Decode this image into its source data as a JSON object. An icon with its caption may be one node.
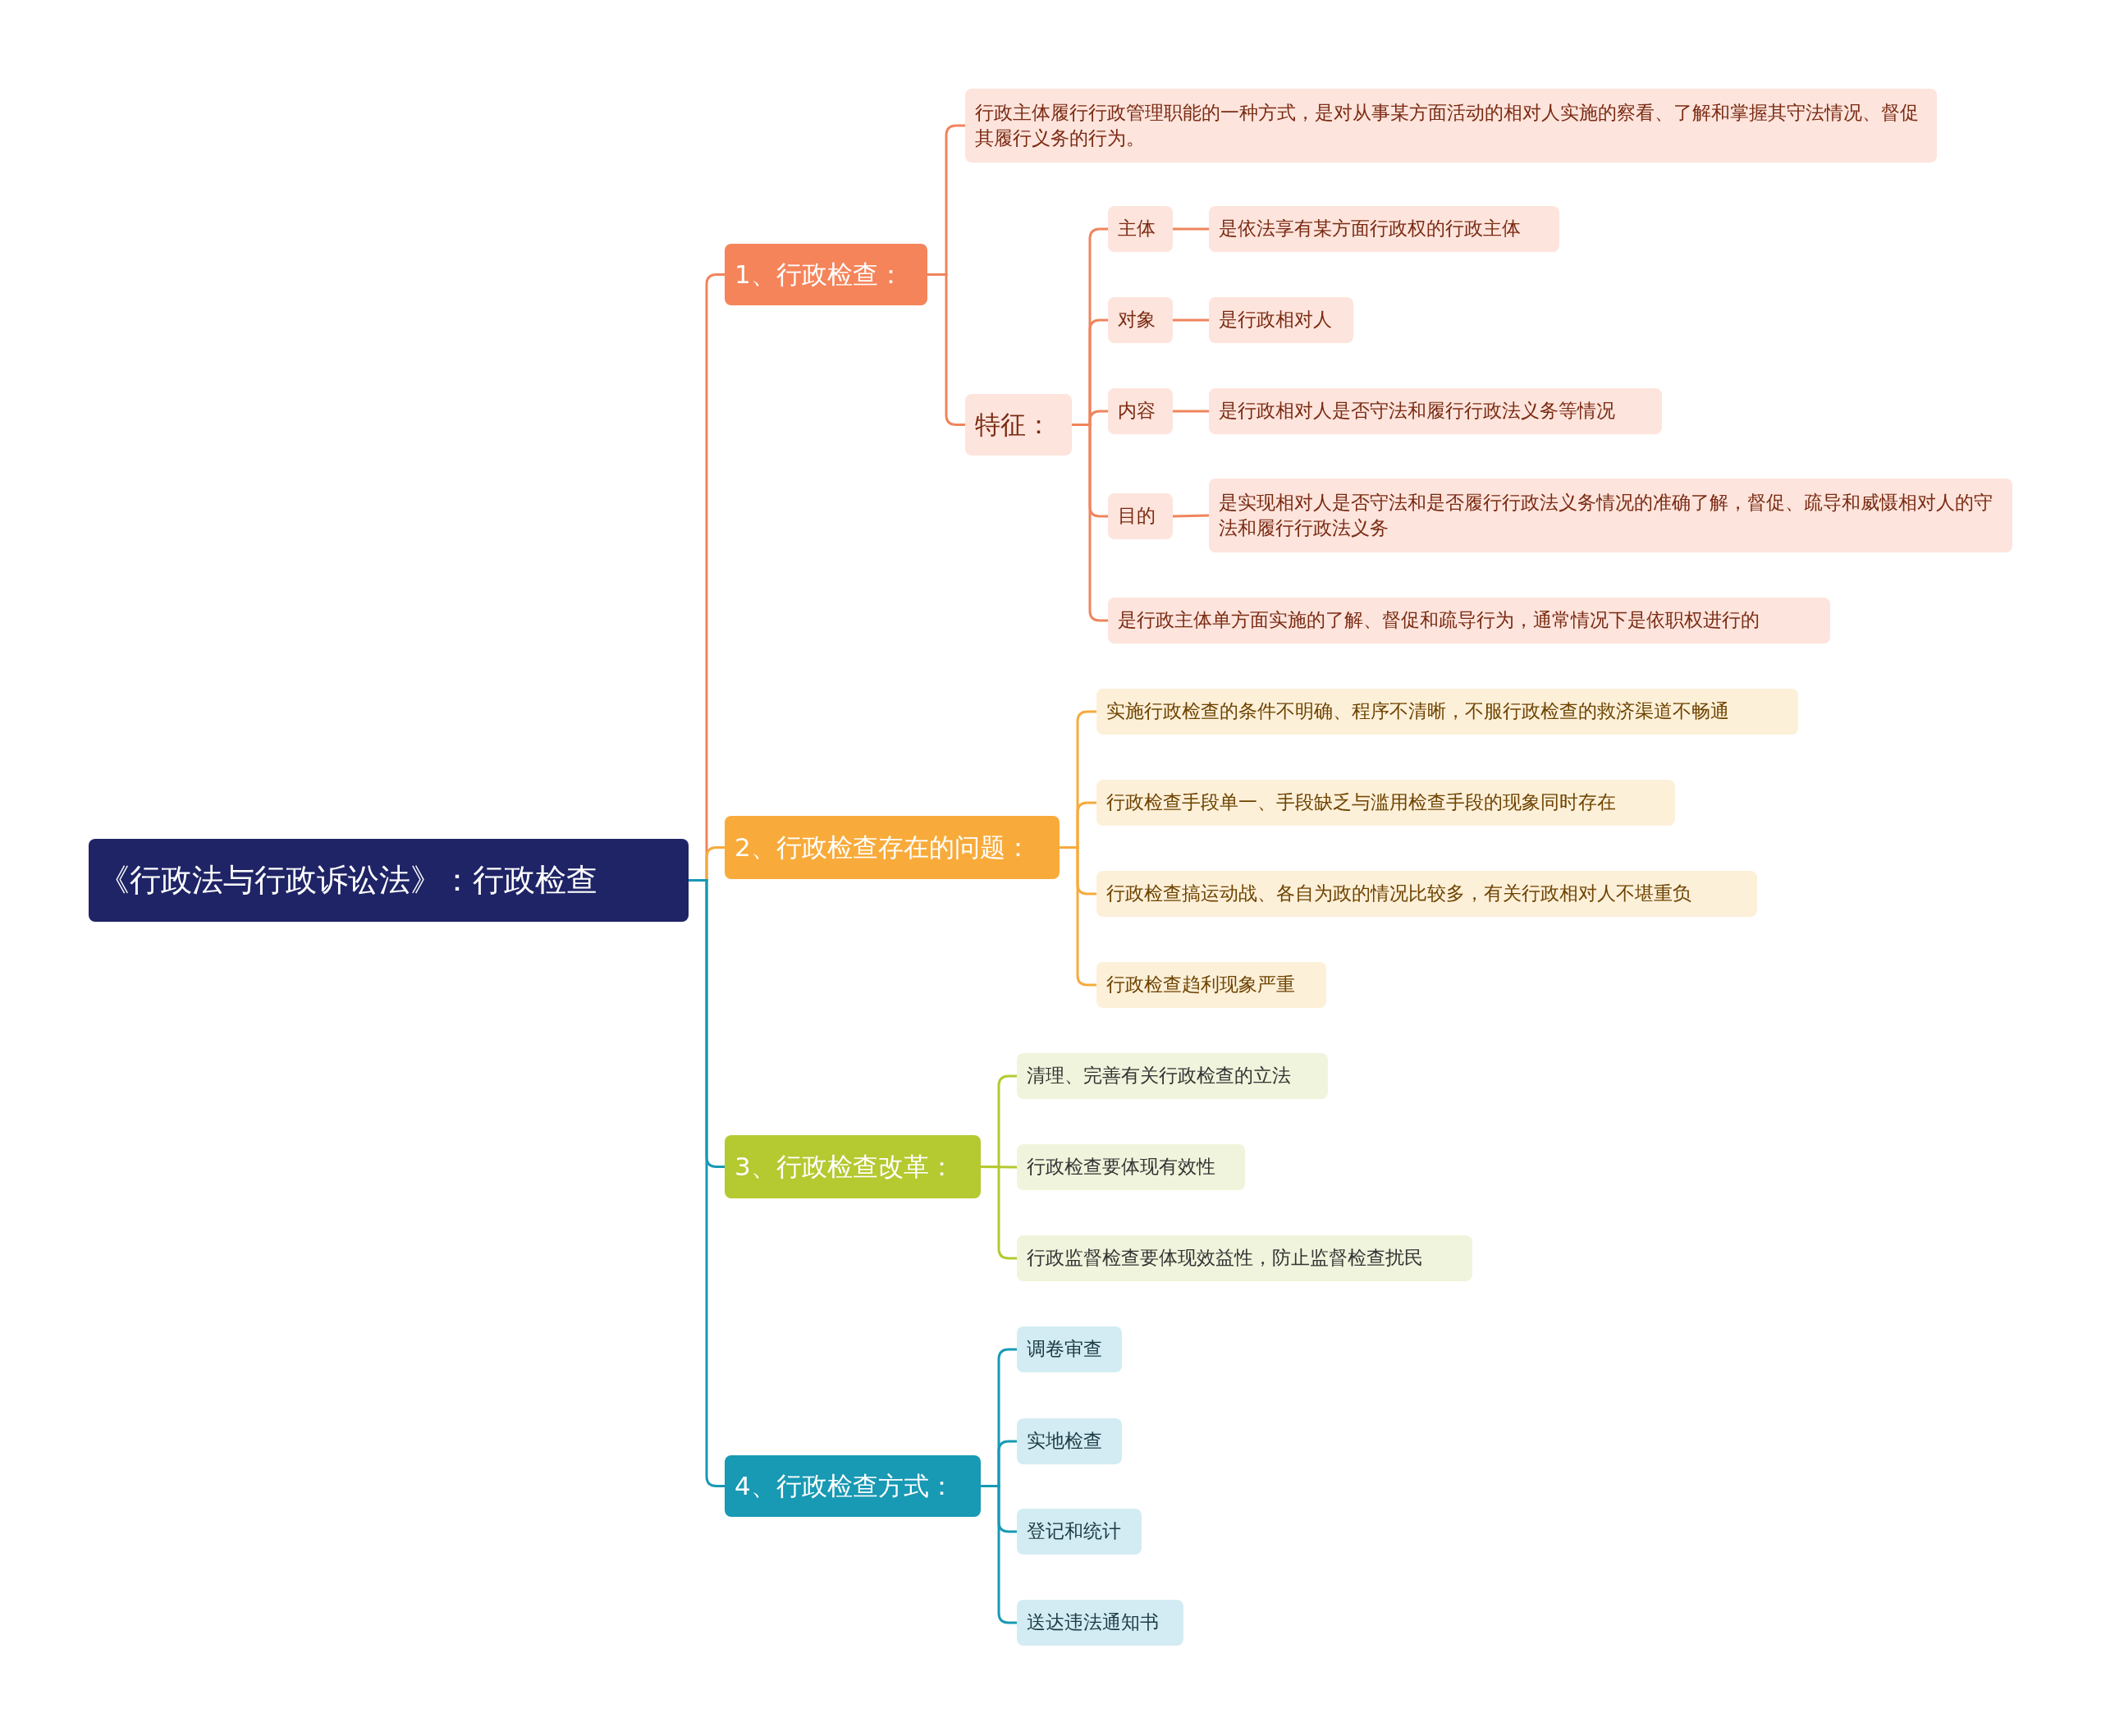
{
  "diagram": {
    "nodes": [
      {
        "text": [
          "《行政法与行政诉讼法》：行政检查"
        ]
      },
      {
        "text": [
          "1、行政检查："
        ]
      },
      {
        "text": [
          "行政主体履行行政管理职能的一种方式，是对从事某方面活动的相对人实施的察看、了解和掌握其守法情况、督促其履行义务的行为。"
        ]
      },
      {
        "text": [
          "特征："
        ]
      },
      {
        "text": [
          "主体"
        ]
      },
      {
        "text": [
          "是依法享有某方面行政权的行政主体"
        ]
      },
      {
        "text": [
          "对象"
        ]
      },
      {
        "text": [
          "是行政相对人"
        ]
      },
      {
        "text": [
          "内容"
        ]
      },
      {
        "text": [
          "是行政相对人是否守法和履行行政法义务等情况"
        ]
      },
      {
        "text": [
          "目的"
        ]
      },
      {
        "text": [
          "是实现相对人是否守法和是否履行行政法义务情况的准确了解，督促、疏导和威慑相对人的守法和履行行政法义务"
        ]
      },
      {
        "text": [
          "是行政主体单方面实施的了解、督促和疏导行为，通常情况下是依职权进行的"
        ]
      },
      {
        "text": [
          "2、行政检查存在的问题："
        ]
      },
      {
        "text": [
          "实施行政检查的条件不明确、程序不清晰，不服行政检查的救济渠道不畅通"
        ]
      },
      {
        "text": [
          "行政检查手段单一、手段缺乏与滥用检查手段的现象同时存在"
        ]
      },
      {
        "text": [
          "行政检查搞运动战、各自为政的情况比较多，有关行政相对人不堪重负"
        ]
      },
      {
        "text": [
          "行政检查趋利现象严重"
        ]
      },
      {
        "text": [
          "3、行政检查改革："
        ]
      },
      {
        "text": [
          "清理、完善有关行政检查的立法"
        ]
      },
      {
        "text": [
          "行政检查要体现有效性"
        ]
      },
      {
        "text": [
          "行政监督检查要体现效益性，防止监督检查扰民"
        ]
      },
      {
        "text": [
          "4、行政检查方式："
        ]
      },
      {
        "text": [
          "调卷审查"
        ]
      },
      {
        "text": [
          "实地检查"
        ]
      },
      {
        "text": [
          "登记和统计"
        ]
      },
      {
        "text": [
          "送达违法通知书"
        ]
      }
    ],
    "edges": [
      {
        "from": 0,
        "to": 1,
        "arrow": "none"
      },
      {
        "from": 0,
        "to": 13,
        "arrow": "none",
        "color": "#f5ab3c"
      },
      {
        "from": 0,
        "to": 18,
        "arrow": "none",
        "color": "#1899b4"
      },
      {
        "from": 0,
        "to": 22,
        "arrow": "none",
        "color": "#1899b4"
      },
      {
        "from": 1,
        "to": 2,
        "arrow": "none"
      },
      {
        "from": 1,
        "to": 3,
        "arrow": "none"
      },
      {
        "from": 3,
        "to": 4,
        "arrow": "none"
      },
      {
        "from": 3,
        "to": 6,
        "arrow": "none"
      },
      {
        "from": 3,
        "to": 8,
        "arrow": "none"
      },
      {
        "from": 3,
        "to": 10,
        "arrow": "none"
      },
      {
        "from": 3,
        "to": 12,
        "arrow": "none"
      },
      {
        "from": 4,
        "to": 5,
        "arrow": "none"
      },
      {
        "from": 6,
        "to": 7,
        "arrow": "none"
      },
      {
        "from": 8,
        "to": 9,
        "arrow": "none"
      },
      {
        "from": 10,
        "to": 11,
        "arrow": "none"
      },
      {
        "from": 13,
        "to": 14,
        "arrow": "none",
        "color": "#f5ab3c"
      },
      {
        "from": 13,
        "to": 15,
        "arrow": "none",
        "color": "#f5ab3c"
      },
      {
        "from": 13,
        "to": 16,
        "arrow": "none",
        "color": "#f5ab3c"
      },
      {
        "from": 13,
        "to": 17,
        "arrow": "none",
        "color": "#f5ab3c"
      },
      {
        "from": 18,
        "to": 19,
        "arrow": "none",
        "color": "#b5c930"
      },
      {
        "from": 18,
        "to": 20,
        "arrow": "none",
        "color": "#b5c930"
      },
      {
        "from": 18,
        "to": 21,
        "arrow": "none",
        "color": "#b5c930"
      },
      {
        "from": 22,
        "to": 23,
        "arrow": "none",
        "color": "#1899b4"
      },
      {
        "from": 22,
        "to": 24,
        "arrow": "none",
        "color": "#1899b4"
      },
      {
        "from": 22,
        "to": 25,
        "arrow": "none",
        "color": "#1899b4"
      },
      {
        "from": 22,
        "to": 26,
        "arrow": "none",
        "color": "#1899b4"
      }
    ]
  }
}
